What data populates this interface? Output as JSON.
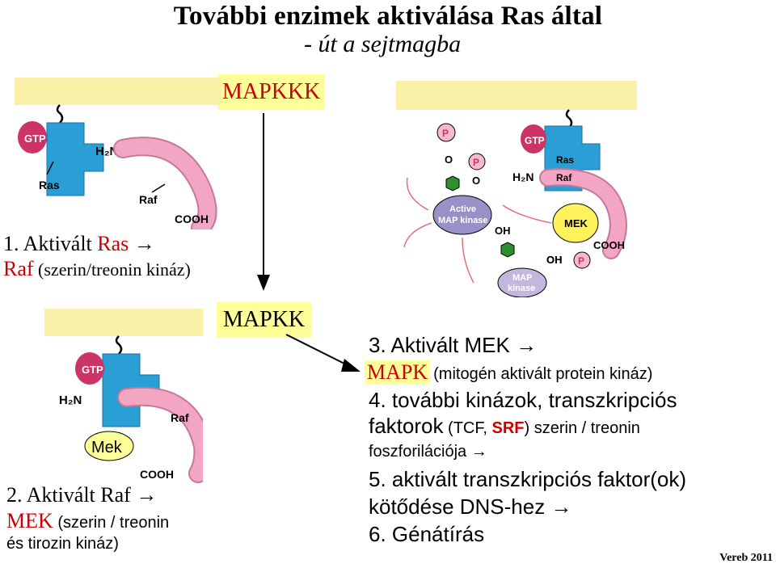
{
  "header": {
    "title": "További enzimek aktiválása Ras által",
    "subtitle": "- út a sejtmagba"
  },
  "labels": {
    "mapkkk": "MAPKKK",
    "mapkk": "MAPKK",
    "mapk": "MAPK"
  },
  "panel1": {
    "gtp": "GTP",
    "h2n": "H₂N",
    "ras": "Ras",
    "raf": "Raf",
    "cooh": "COOH"
  },
  "panel2": {
    "gtp": "GTP",
    "h2n": "H₂N",
    "raf": "Raf",
    "mek": "Mek",
    "cooh": "COOH"
  },
  "panel3": {
    "gtp": "GTP",
    "ras": "Ras",
    "raf": "Raf",
    "h2n": "H₂N",
    "mek": "MEK",
    "cooh": "COOH",
    "active_line1": "Active",
    "active_line2": "MAP kinase",
    "map_line1": "MAP",
    "map_line2": "kinase",
    "oh": "OH",
    "o": "O",
    "p": "P"
  },
  "steps": {
    "s1_prefix": "1. Aktivált ",
    "s1_ras": "Ras",
    "s1_raf": "Raf",
    "s1_desc": " (szerin/treonin kináz)",
    "s2_prefix": "2. Aktivált Raf",
    "s2_mek": "MEK",
    "s2_desc": " (szerin / treonin",
    "s2_desc2": "és tirozin kináz)",
    "s3_prefix": "3. Aktivált MEK",
    "s3_desc": "(mitogén aktivált protein kináz)",
    "s4_line1": "4. további kinázok, transzkripciós",
    "s4_line2a": "faktorok",
    "s4_line2b": " (TCF, ",
    "s4_srf": "SRF",
    "s4_line2c": ") szerin / treonin",
    "s4_line3": "foszforilációja",
    "s5_line1": "5. aktivált transzkripciós faktor(ok)",
    "s5_line2": "kötődése DNS-hez",
    "s6": "6. Génátírás",
    "arrow": "→"
  },
  "credit": "Vereb 2011",
  "colors": {
    "membrane": "#fbf0a8",
    "ras_blue": "#2a9fd6",
    "gtp_magenta": "#cc3366",
    "raf_pink": "#f2a6c4",
    "mek_yellow": "#fff25a",
    "mapk_purple": "#9b8fc7",
    "phos_pink": "#f7b9cc",
    "text_red": "#cc0000"
  }
}
